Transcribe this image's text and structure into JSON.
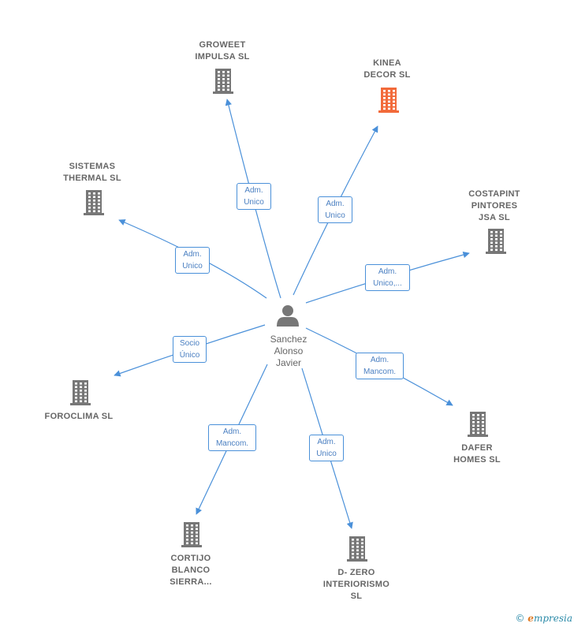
{
  "center": {
    "name": "Sanchez\nAlonso\nJavier"
  },
  "colors": {
    "building": "#777777",
    "building_highlight": "#f26a3a",
    "edge": "#4a90d9",
    "person": "#777777"
  },
  "companies": [
    {
      "id": "groweet",
      "name": "GROWEET\nIMPULSA  SL",
      "highlight": false,
      "role": "Adm.\nUnico"
    },
    {
      "id": "kinea",
      "name": "KINEA\nDECOR  SL",
      "highlight": true,
      "role": "Adm.\nUnico"
    },
    {
      "id": "sistemas",
      "name": "SISTEMAS\nTHERMAL  SL",
      "highlight": false,
      "role": "Adm.\nUnico"
    },
    {
      "id": "costapint",
      "name": "COSTAPINT\nPINTORES\nJSA  SL",
      "highlight": false,
      "role": "Adm.\nUnico,..."
    },
    {
      "id": "foroclima",
      "name": "FOROCLIMA SL",
      "highlight": false,
      "role": "Socio\nÚnico"
    },
    {
      "id": "dafer",
      "name": "DAFER\nHOMES  SL",
      "highlight": false,
      "role": "Adm.\nMancom."
    },
    {
      "id": "cortijo",
      "name": "CORTIJO\nBLANCO\nSIERRA...",
      "highlight": false,
      "role": "Adm.\nMancom."
    },
    {
      "id": "dzero",
      "name": "D- ZERO\nINTERIORISMO\nSL",
      "highlight": false,
      "role": "Adm.\nUnico"
    }
  ],
  "footer": {
    "copyright": "©",
    "brand_first": "e",
    "brand_rest": "mpresia"
  }
}
